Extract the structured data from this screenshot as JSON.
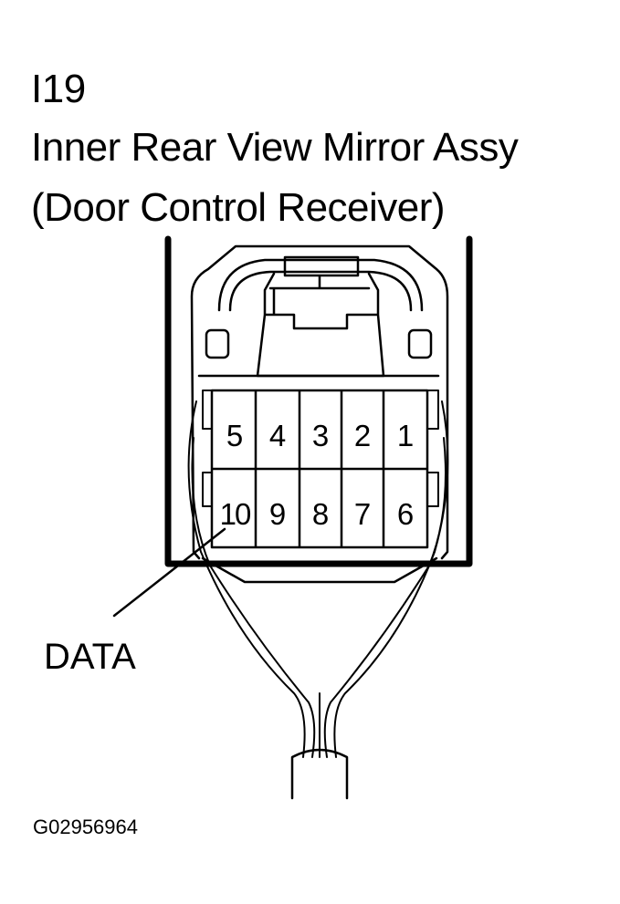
{
  "connector": {
    "code": "I19",
    "name": "Inner Rear View Mirror Assy",
    "subname": "(Door Control Receiver)"
  },
  "pins": {
    "top_row": [
      "5",
      "4",
      "3",
      "2",
      "1"
    ],
    "bottom_row": [
      "10",
      "9",
      "8",
      "7",
      "6"
    ]
  },
  "callout": {
    "label": "DATA",
    "pin": "10"
  },
  "figure_id": "G02956964"
}
